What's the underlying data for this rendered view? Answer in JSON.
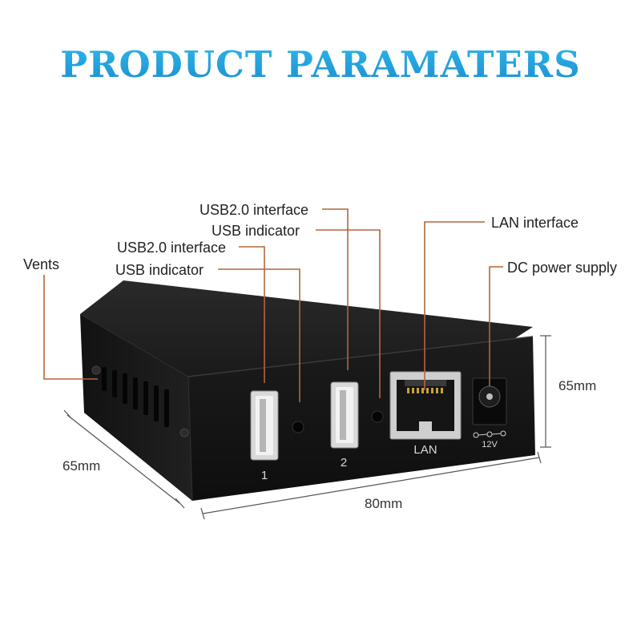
{
  "title": "PRODUCT PARAMATERS",
  "colors": {
    "title_gradient_top": "#2fb5e8",
    "title_gradient_bottom": "#1a8fd0",
    "leader_line": "#b5653a",
    "device_body": "#141414"
  },
  "callouts": {
    "vents": "Vents",
    "usb_interface_1": "USB2.0 interface",
    "usb_indicator_1": "USB indicator",
    "usb_interface_2": "USB2.0 interface",
    "usb_indicator_2": "USB indicator",
    "lan_interface": "LAN interface",
    "dc_power": "DC power supply"
  },
  "dimensions": {
    "depth": "65mm",
    "width": "80mm",
    "height": "65mm"
  },
  "device_labels": {
    "port1": "1",
    "port2": "2",
    "lan": "LAN",
    "voltage": "12V"
  }
}
